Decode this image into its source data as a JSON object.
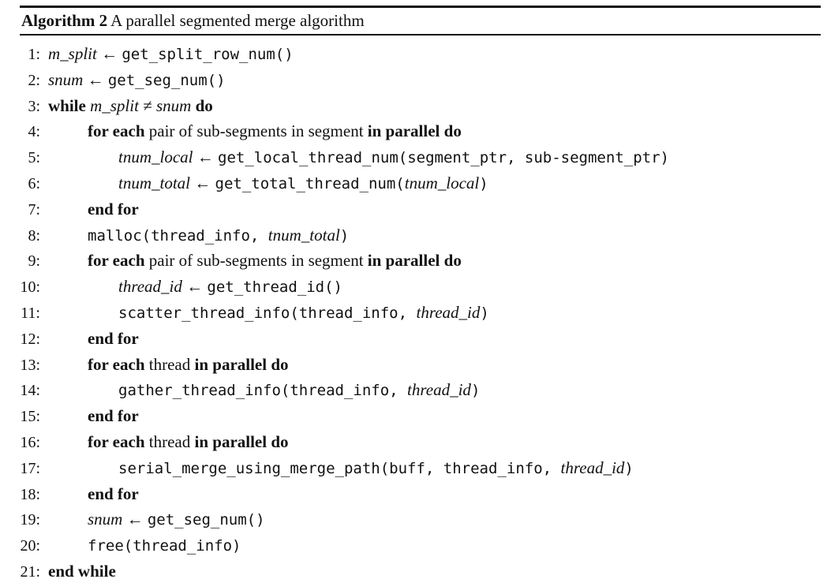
{
  "algorithm": {
    "label": "Algorithm 2",
    "title": "A parallel segmented merge algorithm",
    "lines": [
      {
        "num": "1:",
        "indent": 0,
        "segments": [
          {
            "t": "var",
            "s": "m_split"
          },
          {
            "t": "sym",
            "s": " ← "
          },
          {
            "t": "code",
            "s": "get_split_row_num()"
          }
        ]
      },
      {
        "num": "2:",
        "indent": 0,
        "segments": [
          {
            "t": "var",
            "s": "snum"
          },
          {
            "t": "sym",
            "s": " ← "
          },
          {
            "t": "code",
            "s": "get_seg_num()"
          }
        ]
      },
      {
        "num": "3:",
        "indent": 0,
        "segments": [
          {
            "t": "kw",
            "s": "while "
          },
          {
            "t": "var",
            "s": "m_split"
          },
          {
            "t": "sym",
            "s": " ≠ "
          },
          {
            "t": "var",
            "s": "snum"
          },
          {
            "t": "kw",
            "s": " do"
          }
        ]
      },
      {
        "num": "4:",
        "indent": 1,
        "segments": [
          {
            "t": "kw",
            "s": "for each "
          },
          {
            "t": "plain",
            "s": "pair of sub-segments in segment "
          },
          {
            "t": "kw",
            "s": "in parallel do"
          }
        ]
      },
      {
        "num": "5:",
        "indent": 2,
        "segments": [
          {
            "t": "var",
            "s": "tnum_local"
          },
          {
            "t": "sym",
            "s": " ← "
          },
          {
            "t": "code",
            "s": "get_local_thread_num(segment_ptr, sub-segment_ptr)"
          }
        ]
      },
      {
        "num": "6:",
        "indent": 2,
        "segments": [
          {
            "t": "var",
            "s": "tnum_total"
          },
          {
            "t": "sym",
            "s": " ← "
          },
          {
            "t": "code",
            "s": "get_total_thread_num("
          },
          {
            "t": "var",
            "s": "tnum_local"
          },
          {
            "t": "code",
            "s": ")"
          }
        ]
      },
      {
        "num": "7:",
        "indent": 1,
        "segments": [
          {
            "t": "kw",
            "s": "end for"
          }
        ]
      },
      {
        "num": "8:",
        "indent": 1,
        "segments": [
          {
            "t": "code",
            "s": "malloc(thread_info, "
          },
          {
            "t": "var",
            "s": "tnum_total"
          },
          {
            "t": "code",
            "s": ")"
          }
        ]
      },
      {
        "num": "9:",
        "indent": 1,
        "segments": [
          {
            "t": "kw",
            "s": "for each "
          },
          {
            "t": "plain",
            "s": "pair of sub-segments in segment "
          },
          {
            "t": "kw",
            "s": "in parallel do"
          }
        ]
      },
      {
        "num": "10:",
        "indent": 2,
        "segments": [
          {
            "t": "var",
            "s": "thread_id"
          },
          {
            "t": "sym",
            "s": " ← "
          },
          {
            "t": "code",
            "s": "get_thread_id()"
          }
        ]
      },
      {
        "num": "11:",
        "indent": 2,
        "segments": [
          {
            "t": "code",
            "s": "scatter_thread_info(thread_info, "
          },
          {
            "t": "var",
            "s": "thread_id"
          },
          {
            "t": "code",
            "s": ")"
          }
        ]
      },
      {
        "num": "12:",
        "indent": 1,
        "segments": [
          {
            "t": "kw",
            "s": "end for"
          }
        ]
      },
      {
        "num": "13:",
        "indent": 1,
        "segments": [
          {
            "t": "kw",
            "s": "for each "
          },
          {
            "t": "plain",
            "s": "thread "
          },
          {
            "t": "kw",
            "s": "in parallel do"
          }
        ]
      },
      {
        "num": "14:",
        "indent": 2,
        "segments": [
          {
            "t": "code",
            "s": "gather_thread_info(thread_info, "
          },
          {
            "t": "var",
            "s": "thread_id"
          },
          {
            "t": "code",
            "s": ")"
          }
        ]
      },
      {
        "num": "15:",
        "indent": 1,
        "segments": [
          {
            "t": "kw",
            "s": "end for"
          }
        ]
      },
      {
        "num": "16:",
        "indent": 1,
        "segments": [
          {
            "t": "kw",
            "s": "for each "
          },
          {
            "t": "plain",
            "s": "thread "
          },
          {
            "t": "kw",
            "s": "in parallel do"
          }
        ]
      },
      {
        "num": "17:",
        "indent": 2,
        "segments": [
          {
            "t": "code",
            "s": "serial_merge_using_merge_path(buff, thread_info, "
          },
          {
            "t": "var",
            "s": "thread_id"
          },
          {
            "t": "code",
            "s": ")"
          }
        ]
      },
      {
        "num": "18:",
        "indent": 1,
        "segments": [
          {
            "t": "kw",
            "s": "end for"
          }
        ]
      },
      {
        "num": "19:",
        "indent": 1,
        "segments": [
          {
            "t": "var",
            "s": "snum"
          },
          {
            "t": "sym",
            "s": " ← "
          },
          {
            "t": "code",
            "s": "get_seg_num()"
          }
        ]
      },
      {
        "num": "20:",
        "indent": 1,
        "segments": [
          {
            "t": "code",
            "s": "free(thread_info)"
          }
        ]
      },
      {
        "num": "21:",
        "indent": 0,
        "segments": [
          {
            "t": "kw",
            "s": "end while"
          }
        ]
      }
    ]
  },
  "colors": {
    "text": "#111111",
    "background": "#ffffff",
    "rule": "#111111"
  }
}
